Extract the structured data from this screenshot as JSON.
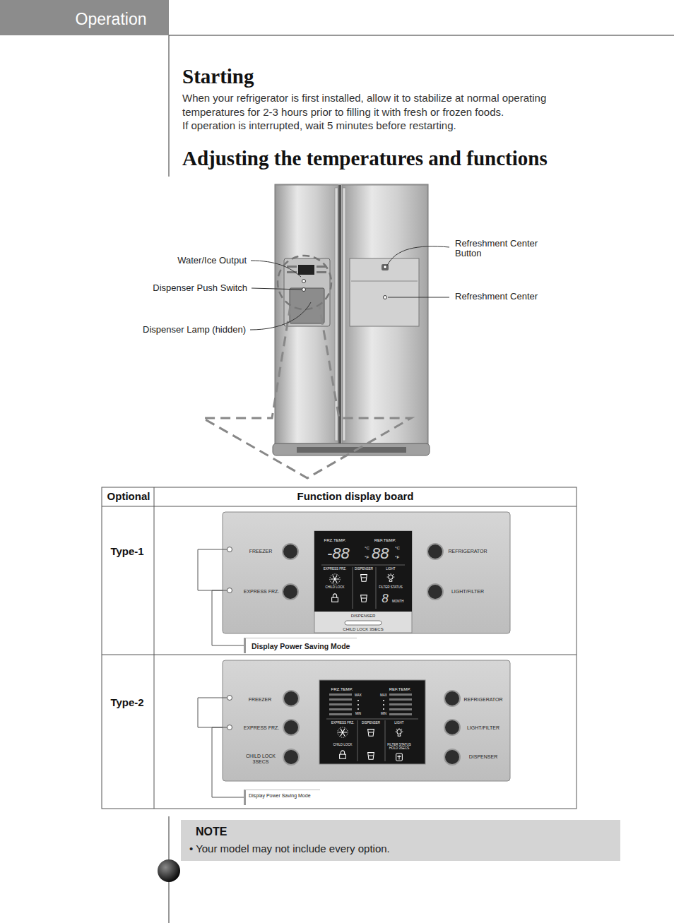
{
  "diagram": {
    "title": "Starting",
    "nodes": [
      {
        "text": [
          "Operation"
        ]
      },
      {
        "text": [
          "FREEZER",
          "EXPRESS FRZ.",
          "REFRIGERATOR",
          "LIGHT/FILTER",
          "DISPENSER",
          "CHILD LOCK 3SECS"
        ]
      },
      {
        "text": [
          "FRZ.TEMP.",
          "REF.TEMP.",
          "-88",
          "°C",
          "°F",
          "88",
          "°C",
          "°F",
          "EXPRESS FRZ.",
          "DISPENSER",
          "LIGHT",
          "CHILD LOCK",
          "FILTER STATUS",
          "8",
          "MONTH"
        ],
        "in": 1
      },
      {
        "text": [
          "Display Power Saving Mode"
        ]
      },
      {
        "text": [
          "FREEZER",
          "EXPRESS FRZ.",
          "CHILD LOCK 3SECS",
          "REFRIGERATOR",
          "LIGHT/FILTER",
          "DISPENSER"
        ]
      },
      {
        "text": [
          "FRZ.TEMP.",
          "REF.TEMP.",
          "MAX",
          "MIN",
          "MAX",
          "MIN",
          "EXPRESS FRZ.",
          "DISPENSER",
          "LIGHT",
          "CHILD LOCK",
          "FILTER STATUS HOLD 3SECS"
        ],
        "in": 4
      },
      {
        "text": [
          "Display Power Saving Mode"
        ]
      },
      {
        "text": [
          "NOTE",
          "• Your model may not include every option."
        ]
      }
    ],
    "edges": [
      {
        "from": 1,
        "to": 3,
        "arrow": "none"
      },
      {
        "from": 4,
        "to": 6,
        "arrow": "none"
      }
    ],
    "labels": [
      "When your refrigerator is first installed, allow it to stabilize at normal operating temperatures for 2-3 hours prior to filling it with fresh or frozen foods.",
      "If operation is interrupted, wait 5 minutes before restarting.",
      "Adjusting the temperatures and functions",
      "Water/Ice Output",
      "Dispenser Push Switch",
      "Dispenser Lamp (hidden)",
      "Refreshment Center Button",
      "Refreshment Center",
      "Optional",
      "Function display board",
      "Type-1",
      "Type-2"
    ]
  }
}
